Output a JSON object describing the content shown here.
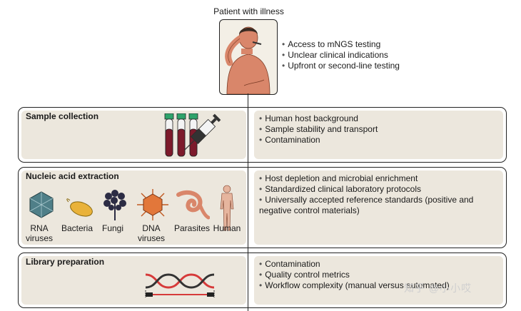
{
  "patient": {
    "title": "Patient with illness",
    "bullets": [
      "Access to mNGS testing",
      "Unclear clinical indications",
      "Upfront or second-line testing"
    ]
  },
  "sample_collection": {
    "title": "Sample collection",
    "bullets": [
      "Human host background",
      "Sample stability and transport",
      "Contamination"
    ]
  },
  "nucleic_acid_extraction": {
    "title": "Nucleic acid extraction",
    "organisms": [
      {
        "line1": "RNA",
        "line2": "viruses"
      },
      {
        "line1": "",
        "line2": "Bacteria"
      },
      {
        "line1": "",
        "line2": "Fungi"
      },
      {
        "line1": "DNA",
        "line2": "viruses"
      },
      {
        "line1": "",
        "line2": "Parasites"
      },
      {
        "line1": "",
        "line2": "Human"
      }
    ],
    "bullets": [
      "Host depletion and microbial enrichment",
      "Standardized clinical laboratory protocols",
      "Universally accepted reference standards (positive and negative control materials)"
    ]
  },
  "library_preparation": {
    "title": "Library preparation",
    "bullets": [
      "Contamination",
      "Quality control metrics",
      "Workflow complexity (manual versus automated)"
    ]
  },
  "watermark": "知乎 @小小哎",
  "colors": {
    "tube_blood": "#7d1a2b",
    "tube_cap": "#2fa36b",
    "panel_bg": "#ece7dd",
    "skin": "#d9866a",
    "dna_red": "#d63a3a"
  }
}
